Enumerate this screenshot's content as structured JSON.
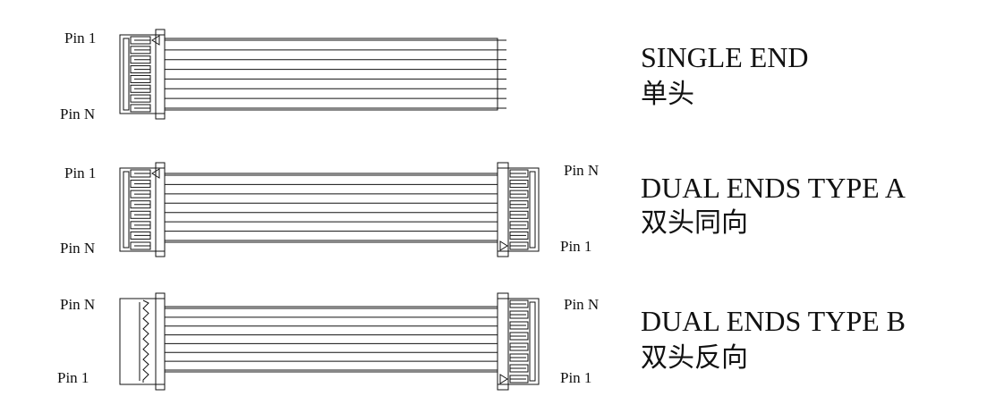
{
  "colors": {
    "line": "#111111",
    "background": "#ffffff"
  },
  "wire_count": 8,
  "rows": [
    {
      "id": "single-end",
      "title_en": "SINGLE END",
      "title_zh": "单头",
      "left_top_label": "Pin 1",
      "left_bottom_label": "Pin N",
      "right_top_label": "",
      "right_bottom_label": ""
    },
    {
      "id": "dual-ends-type-a",
      "title_en": "DUAL ENDS TYPE A",
      "title_zh": "双头同向",
      "left_top_label": "Pin 1",
      "left_bottom_label": "Pin N",
      "right_top_label": "Pin N",
      "right_bottom_label": "Pin 1"
    },
    {
      "id": "dual-ends-type-b",
      "title_en": "DUAL ENDS TYPE B",
      "title_zh": "双头反向",
      "left_top_label": "Pin N",
      "left_bottom_label": "Pin 1",
      "right_top_label": "Pin N",
      "right_bottom_label": "Pin 1"
    }
  ]
}
